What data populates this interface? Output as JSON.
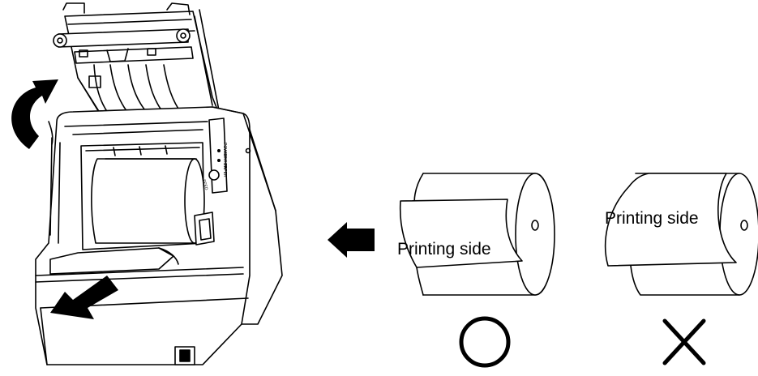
{
  "printer": {
    "button_labels": [
      "POWER",
      "ERROR",
      "PAPER",
      "FEED"
    ]
  },
  "rolls": [
    {
      "label": "Printing side",
      "verdict": "correct",
      "verdict_icon": "circle-icon"
    },
    {
      "label": "Printing side",
      "verdict": "incorrect",
      "verdict_icon": "cross-icon"
    }
  ],
  "indicators": {
    "open_cover_icon": "curved-arrow-icon",
    "pull_paper_icon": "down-left-arrow-icon",
    "insert_direction_icon": "left-arrow-icon"
  },
  "colors": {
    "line": "#000000",
    "background": "#ffffff"
  }
}
